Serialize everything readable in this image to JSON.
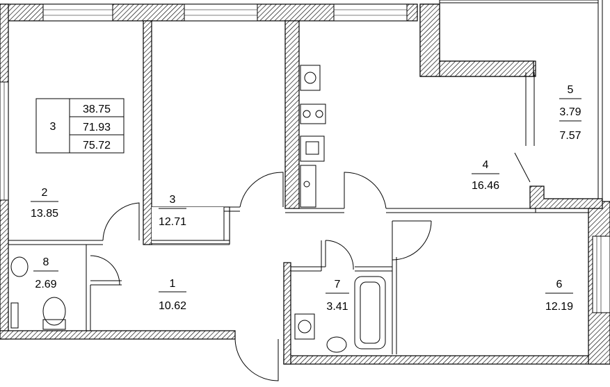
{
  "summary": {
    "rooms_count": "3",
    "living_area": "38.75",
    "total_area": "71.93",
    "total_area_with_balcony": "75.72"
  },
  "rooms": [
    {
      "number": "1",
      "area": "10.62"
    },
    {
      "number": "2",
      "area": "13.85"
    },
    {
      "number": "3",
      "area": "12.71"
    },
    {
      "number": "4",
      "area": "16.46"
    },
    {
      "number": "5",
      "area": "3.79",
      "area2": "7.57"
    },
    {
      "number": "6",
      "area": "12.19"
    },
    {
      "number": "7",
      "area": "3.41"
    },
    {
      "number": "8",
      "area": "2.69"
    }
  ]
}
